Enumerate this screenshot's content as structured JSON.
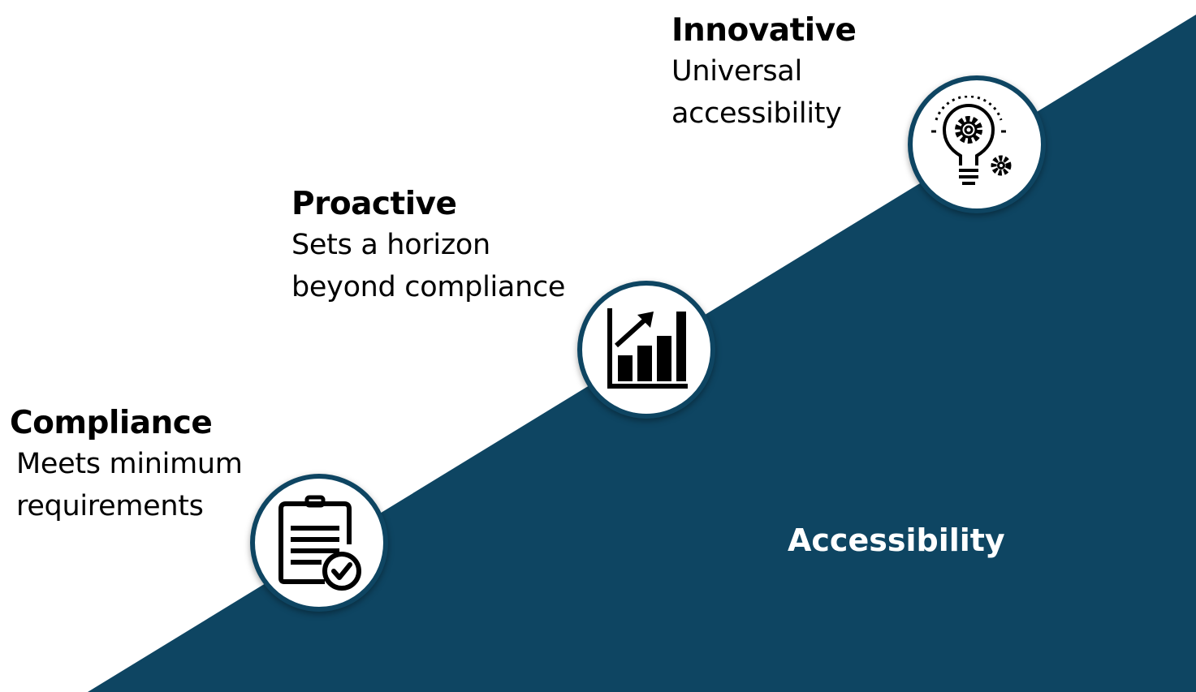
{
  "colors": {
    "background": "#ffffff",
    "ramp": "#0e4562",
    "text": "#000000",
    "axis_label_text": "#ffffff"
  },
  "stages": [
    {
      "title": "Compliance",
      "lines": [
        "Meets minimum",
        "requirements"
      ],
      "icon": "clipboard-check-icon"
    },
    {
      "title": "Proactive",
      "lines": [
        "Sets a horizon",
        "beyond compliance"
      ],
      "icon": "growth-chart-icon"
    },
    {
      "title": "Innovative",
      "lines": [
        "Universal",
        "accessibility"
      ],
      "icon": "lightbulb-gears-icon"
    }
  ],
  "axis_label": "Accessibility"
}
